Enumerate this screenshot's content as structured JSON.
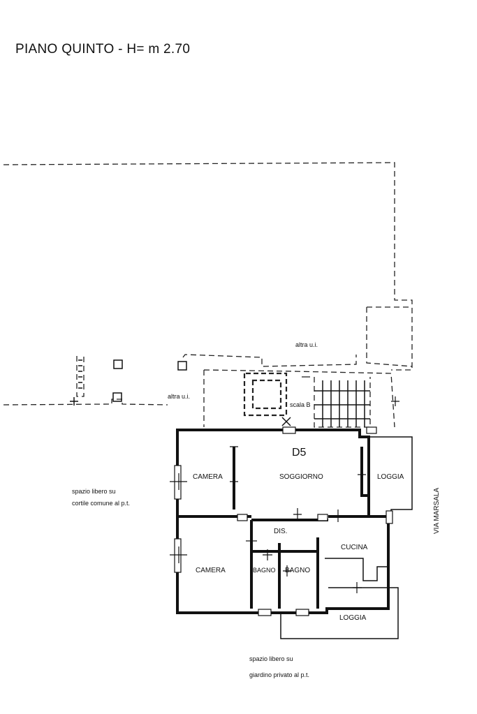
{
  "title": "PIANO QUINTO - H= m 2.70",
  "unit_code": "D5",
  "rooms": {
    "camera_top": "CAMERA",
    "soggiorno": "SOGGIORNO",
    "loggia_top": "LOGGIA",
    "dis": "DIS.",
    "cucina": "CUCINA",
    "camera_bottom": "CAMERA",
    "bagno_small": "BAGNO",
    "bagno": "BAGNO",
    "loggia_bottom": "LOGGIA"
  },
  "labels": {
    "altra_ui_top": "altra u.i.",
    "altra_ui_left": "altra u.i.",
    "scala": "scala B"
  },
  "notes": {
    "left_line1": "spazio libero su",
    "left_line2": "cortile comune al p.t.",
    "bottom_line1": "spazio libero su",
    "bottom_line2": "giardino privato al p.t."
  },
  "street": "VIA MARSALA",
  "colors": {
    "ink": "#111111",
    "background": "#ffffff"
  }
}
